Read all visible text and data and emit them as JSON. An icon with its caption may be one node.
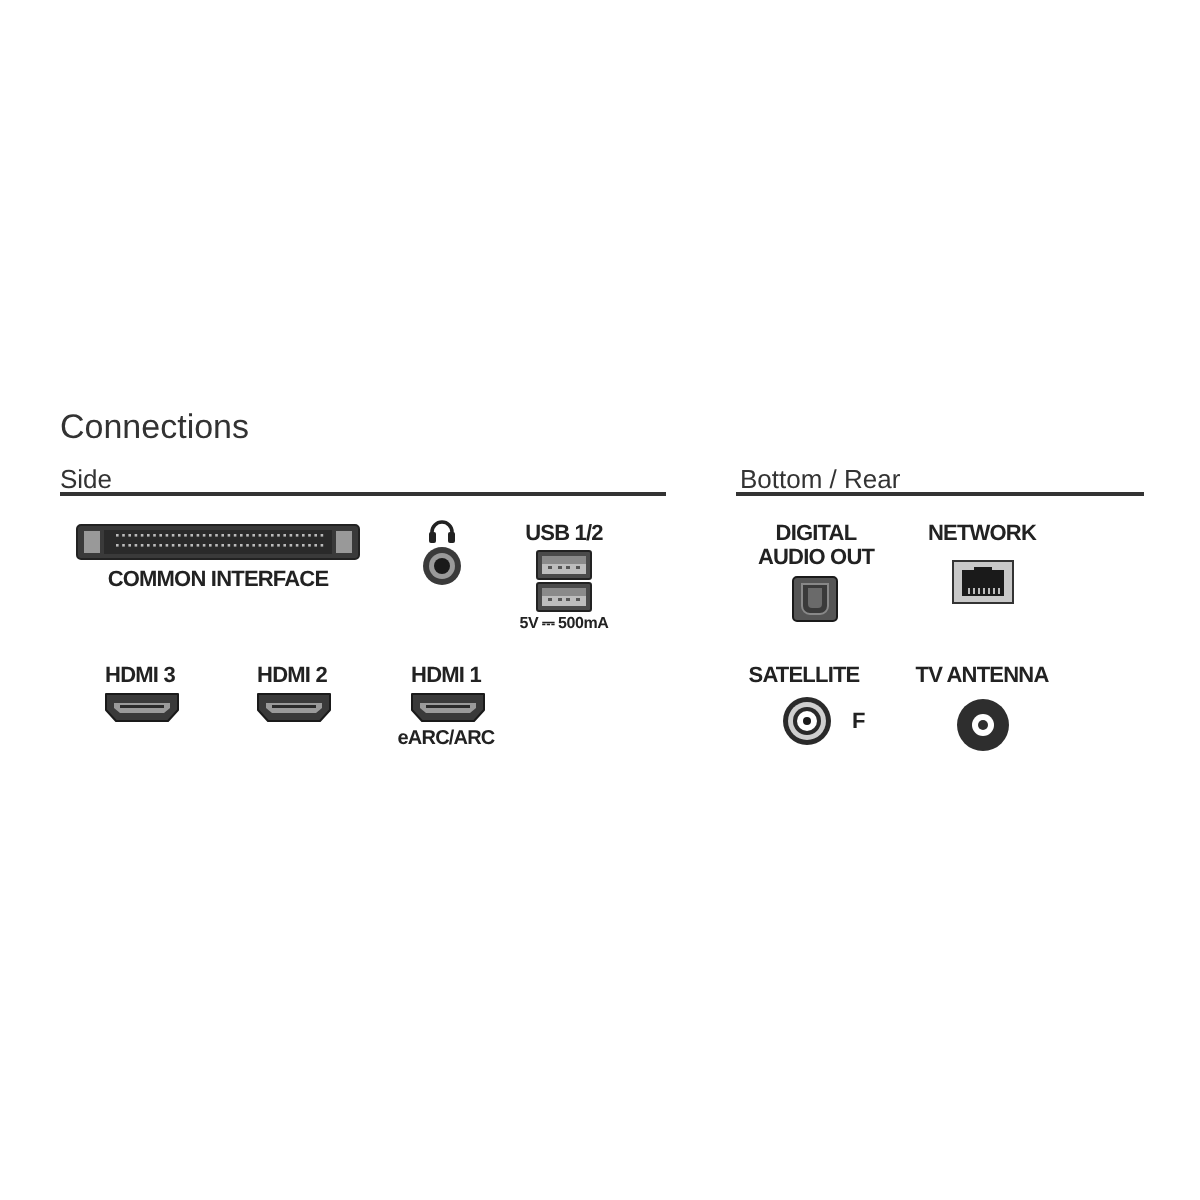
{
  "diagram": {
    "title": "Connections",
    "labels": [
      "Side",
      "COMMON INTERFACE",
      "USB 1/2",
      "5V ⎓ 500mA",
      "HDMI 3",
      "HDMI 2",
      "HDMI 1",
      "eARC/ARC",
      "Bottom / Rear",
      "DIGITAL AUDIO OUT",
      "NETWORK",
      "SATELLITE",
      "F",
      "TV ANTENNA"
    ]
  }
}
